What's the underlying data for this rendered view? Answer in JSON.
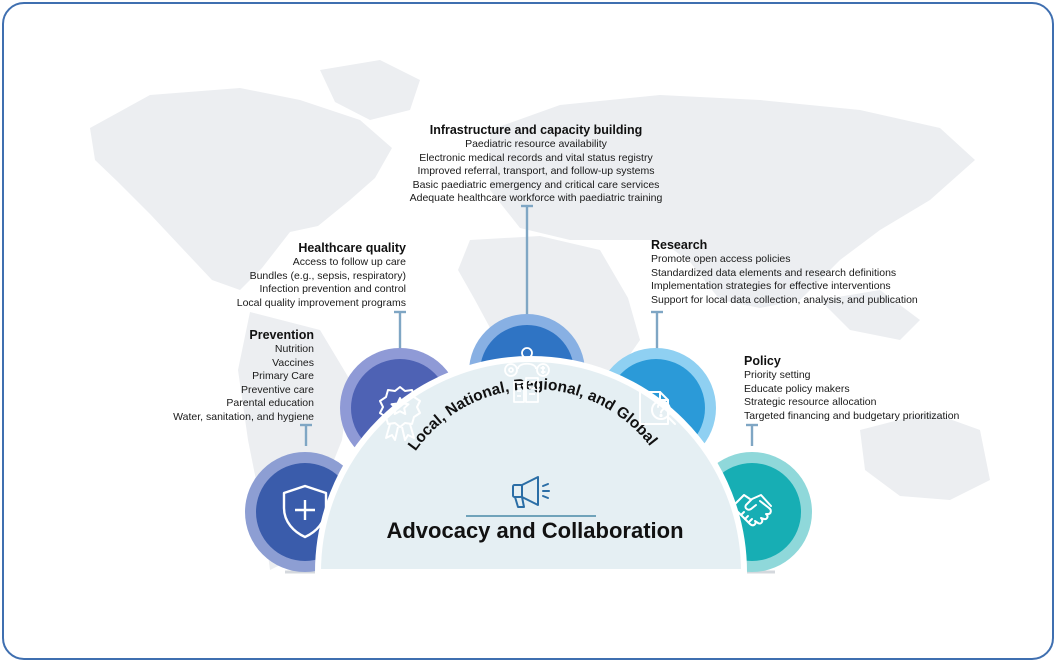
{
  "center": {
    "arc_label": "Local, National, Regional, and Global",
    "title": "Advocacy and Collaboration",
    "icon": "megaphone-icon"
  },
  "pillars": {
    "prevention": {
      "title": "Prevention",
      "items": [
        "Nutrition",
        "Vaccines",
        "Primary Care",
        "Preventive care",
        "Parental education",
        "Water, sanitation, and hygiene"
      ],
      "icon": "shield-plus-icon",
      "color": "#3a5cab"
    },
    "healthcare_quality": {
      "title": "Healthcare quality",
      "items": [
        "Access to follow up care",
        "Bundles (e.g., sepsis, respiratory)",
        "Infection prevention and control",
        "Local quality improvement programs"
      ],
      "icon": "award-badge-icon",
      "color": "#4e62b4"
    },
    "infrastructure": {
      "title": "Infrastructure and capacity building",
      "items": [
        "Paediatric resource availability",
        "Electronic medical records and vital status registry",
        "Improved referral, transport, and follow-up systems",
        "Basic paediatric emergency and critical care services",
        "Adequate healthcare workforce with paediatric training"
      ],
      "icon": "people-building-icon",
      "color": "#2f74c4"
    },
    "research": {
      "title": "Research",
      "items": [
        "Promote open access policies",
        "Standardized data elements and research definitions",
        "Implementation strategies for effective interventions",
        "Support for local data collection, analysis, and publication"
      ],
      "icon": "document-question-icon",
      "color": "#2b9ad8"
    },
    "policy": {
      "title": "Policy",
      "items": [
        "Priority setting",
        "Educate policy makers",
        "Strategic resource allocation",
        "Targeted financing and budgetary prioritization"
      ],
      "icon": "handshake-icon",
      "color": "#17aeb4"
    }
  }
}
